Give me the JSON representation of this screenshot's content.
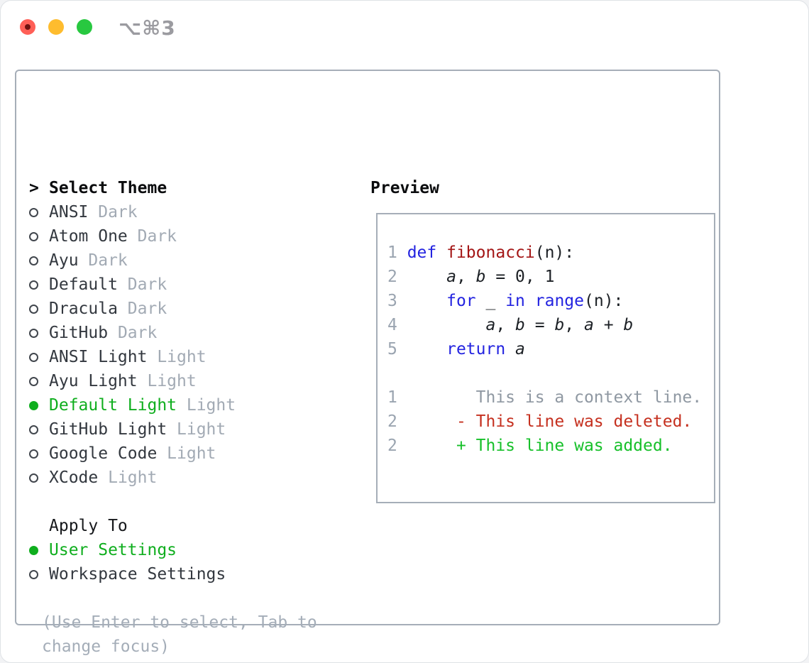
{
  "window": {
    "hotkey": "⌥⌘3"
  },
  "colors": {
    "keyword": "#2323e0",
    "function_name": "#a31515",
    "code_text": "#1c2025",
    "gutter": "#9aa4b0",
    "context": "#8f98a2",
    "deleted": "#c5301f",
    "added": "#17c02a",
    "selected_green": "#0fae1e",
    "item_text": "#33383f",
    "variant_gray": "#a2aab4",
    "help_gray": "#a4adb8",
    "border_gray": "#a6aeb8",
    "traffic_red": "#ff5f57",
    "traffic_yellow": "#febc2e",
    "traffic_green": "#28c840",
    "hotkey_gray": "#9b9ba0"
  },
  "panel": {
    "theme_list": {
      "cursor": ">",
      "title": "Select Theme",
      "items": [
        {
          "name": "ANSI",
          "variant": "Dark",
          "selected": false
        },
        {
          "name": "Atom One",
          "variant": "Dark",
          "selected": false
        },
        {
          "name": "Ayu",
          "variant": "Dark",
          "selected": false
        },
        {
          "name": "Default",
          "variant": "Dark",
          "selected": false
        },
        {
          "name": "Dracula",
          "variant": "Dark",
          "selected": false
        },
        {
          "name": "GitHub",
          "variant": "Dark",
          "selected": false
        },
        {
          "name": "ANSI Light",
          "variant": "Light",
          "selected": false
        },
        {
          "name": "Ayu Light",
          "variant": "Light",
          "selected": false
        },
        {
          "name": "Default Light",
          "variant": "Light",
          "selected": true
        },
        {
          "name": "GitHub Light",
          "variant": "Light",
          "selected": false
        },
        {
          "name": "Google Code",
          "variant": "Light",
          "selected": false
        },
        {
          "name": "XCode",
          "variant": "Light",
          "selected": false
        }
      ]
    },
    "apply_to": {
      "title": "Apply To",
      "options": [
        {
          "label": "User Settings",
          "selected": true
        },
        {
          "label": "Workspace Settings",
          "selected": false
        }
      ]
    },
    "help": "(Use Enter to select, Tab to change focus)",
    "preview": {
      "title": "Preview",
      "lines": [
        {
          "num": "1",
          "tokens": [
            [
              " ",
              "p"
            ],
            [
              "def",
              "k"
            ],
            [
              " ",
              "p"
            ],
            [
              "fibonacci",
              "f"
            ],
            [
              "(n):",
              "p"
            ]
          ]
        },
        {
          "num": "2",
          "tokens": [
            [
              "     ",
              "p"
            ],
            [
              "a",
              "v"
            ],
            [
              ", ",
              "p"
            ],
            [
              "b",
              "v"
            ],
            [
              " = 0, 1",
              "p"
            ]
          ]
        },
        {
          "num": "3",
          "tokens": [
            [
              "     ",
              "p"
            ],
            [
              "for",
              "k"
            ],
            [
              " _ ",
              "p"
            ],
            [
              "in",
              "k"
            ],
            [
              " ",
              "p"
            ],
            [
              "range",
              "k"
            ],
            [
              "(n):",
              "p"
            ]
          ]
        },
        {
          "num": "4",
          "tokens": [
            [
              "         ",
              "p"
            ],
            [
              "a",
              "v"
            ],
            [
              ", ",
              "p"
            ],
            [
              "b",
              "v"
            ],
            [
              " = ",
              "p"
            ],
            [
              "b",
              "v"
            ],
            [
              ", ",
              "p"
            ],
            [
              "a",
              "v"
            ],
            [
              " + ",
              "p"
            ],
            [
              "b",
              "v"
            ]
          ]
        },
        {
          "num": "5",
          "tokens": [
            [
              "     ",
              "p"
            ],
            [
              "return",
              "k"
            ],
            [
              " ",
              "p"
            ],
            [
              "a",
              "v"
            ]
          ]
        },
        {
          "num": "",
          "tokens": []
        },
        {
          "num": "1",
          "tokens": [
            [
              "        This is a context line.",
              "c"
            ]
          ]
        },
        {
          "num": "2",
          "tokens": [
            [
              "      ",
              "p"
            ],
            [
              "- This line was deleted.",
              "d"
            ]
          ]
        },
        {
          "num": "2",
          "tokens": [
            [
              "      ",
              "p"
            ],
            [
              "+ This line was added.",
              "a"
            ]
          ]
        }
      ]
    }
  }
}
